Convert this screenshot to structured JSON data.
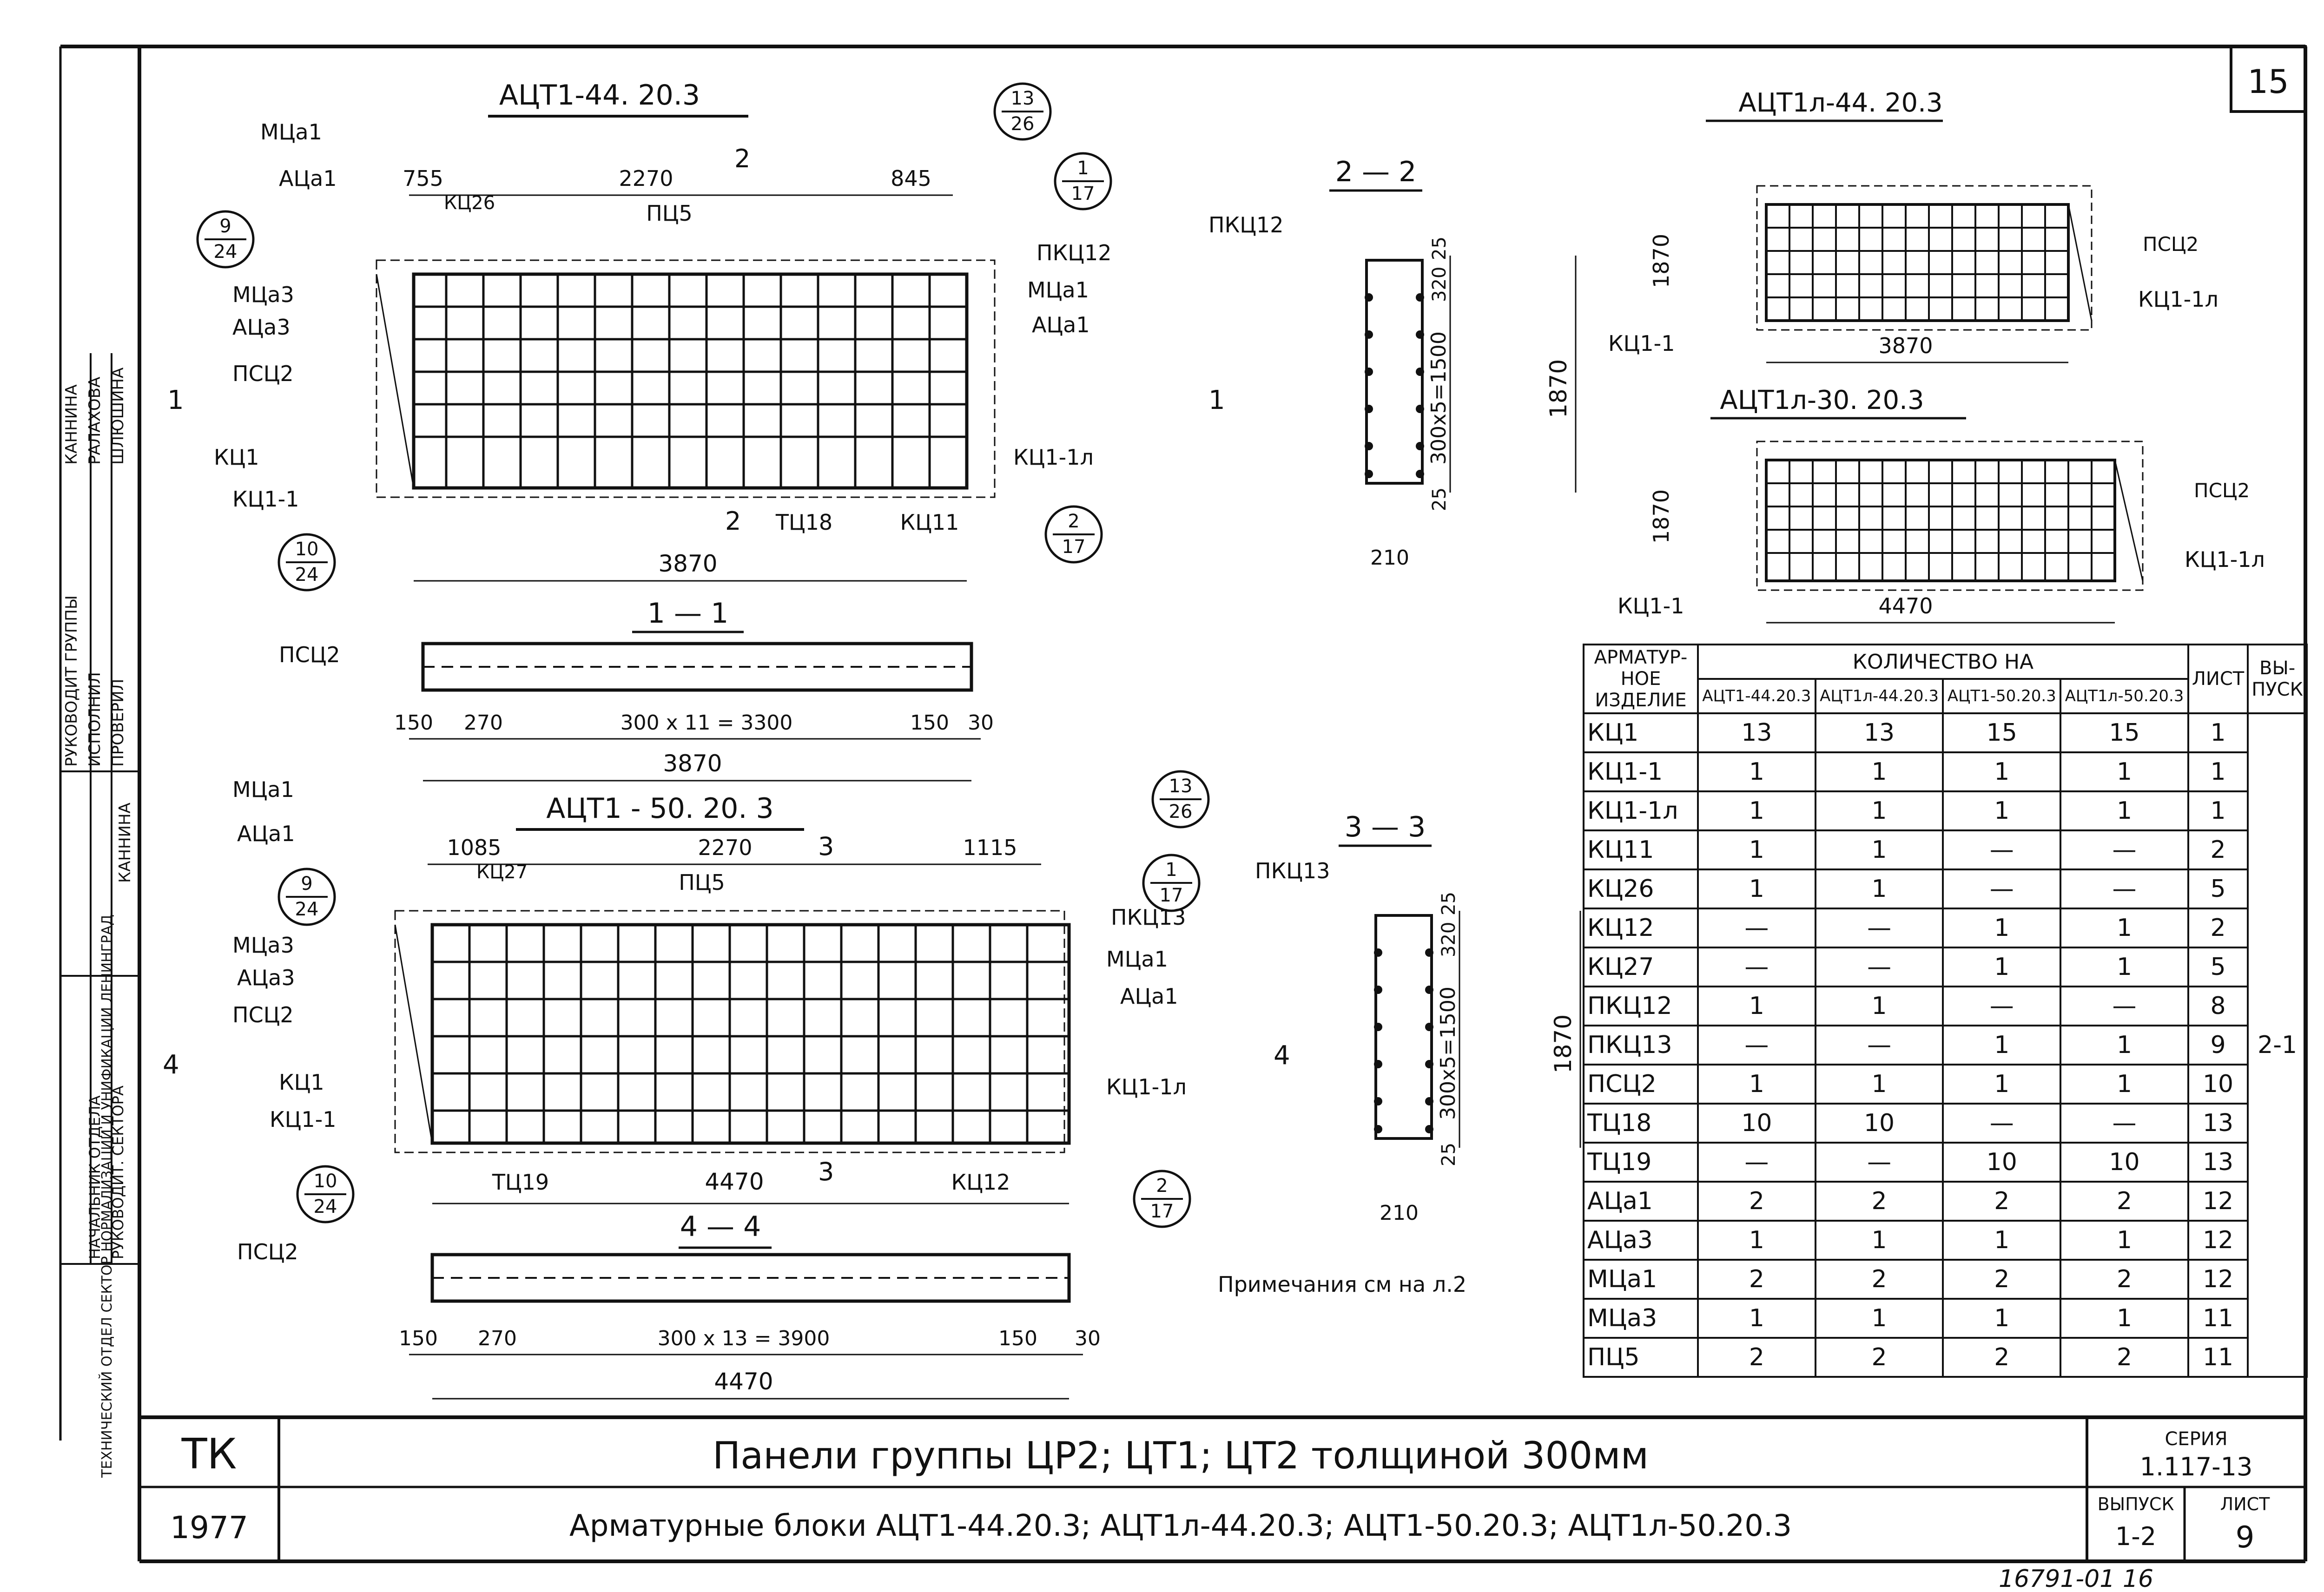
{
  "page_number": "15",
  "drawings": {
    "block1": {
      "title": "АЦТ1-44. 20.3",
      "dim_top_left": "755",
      "dim_top_mid": "2270",
      "dim_top_right": "845",
      "dim_bottom": "3870",
      "sub_top": "КЦ26",
      "sub_mid": "ПЦ5",
      "sub_bottom_a": "ТЦ18",
      "sub_bottom_b": "КЦ11",
      "section_mark_top": "2",
      "section_mark_bottom": "2",
      "section_mark_side": "1"
    },
    "block1_labels_left": [
      "МЦа1",
      "АЦа1",
      "МЦа3",
      "АЦа3",
      "ПСЦ2",
      "КЦ1",
      "КЦ1-1"
    ],
    "block1_labels_right": [
      "ПКЦ12",
      "МЦа1",
      "АЦа1",
      "КЦ1-1л"
    ],
    "block1_callouts": [
      {
        "top": "9",
        "bottom": "24"
      },
      {
        "top": "13",
        "bottom": "26"
      },
      {
        "top": "1",
        "bottom": "17"
      },
      {
        "top": "10",
        "bottom": "24"
      },
      {
        "top": "2",
        "bottom": "17"
      }
    ],
    "section11": {
      "title": "1 — 1",
      "label": "ПСЦ2",
      "d1": "150",
      "d2": "270",
      "d3": "300 х 11 = 3300",
      "d4": "150",
      "d5": "30",
      "total": "3870"
    },
    "block2": {
      "title": "АЦТ1 - 50. 20. 3",
      "dim_top_left": "1085",
      "dim_top_mid": "2270",
      "dim_top_right": "1115",
      "dim_bottom": "4470",
      "sub_top": "КЦ27",
      "sub_mid": "ПЦ5",
      "sub_bottom_a": "ТЦ19",
      "sub_bottom_b": "КЦ12",
      "section_mark_top": "3",
      "section_mark_bottom": "3",
      "section_mark_side": "4"
    },
    "block2_labels_left": [
      "МЦа1",
      "АЦа1",
      "МЦа3",
      "АЦа3",
      "ПСЦ2",
      "КЦ1",
      "КЦ1-1"
    ],
    "block2_labels_right": [
      "ПКЦ13",
      "МЦа1",
      "АЦа1",
      "КЦ1-1л"
    ],
    "block2_callouts": [
      {
        "top": "9",
        "bottom": "24"
      },
      {
        "top": "13",
        "bottom": "26"
      },
      {
        "top": "1",
        "bottom": "17"
      },
      {
        "top": "10",
        "bottom": "24"
      },
      {
        "top": "2",
        "bottom": "17"
      }
    ],
    "section44": {
      "title": "4 — 4",
      "label": "ПСЦ2",
      "d1": "150",
      "d2": "270",
      "d3": "300 х 13 = 3900",
      "d4": "150",
      "d5": "30",
      "total": "4470"
    },
    "section22": {
      "title": "2 — 2",
      "label": "ПКЦ12",
      "d_top": "25",
      "d_a": "320",
      "d_b": "300х5=1500",
      "d_c": "25",
      "d_total": "1870",
      "d_width": "210"
    },
    "section33": {
      "title": "3 — 3",
      "label": "ПКЦ13",
      "d_top": "25",
      "d_a": "320",
      "d_b": "300х5=1500",
      "d_c": "25",
      "d_total": "1870",
      "d_width": "210"
    },
    "block3": {
      "title": "АЦТ1л-44. 20.3",
      "height": "1870",
      "width": "3870",
      "label_right_top": "ПСЦ2",
      "label_right": "КЦ1-1л",
      "label_left": "КЦ1-1"
    },
    "block4": {
      "title": "АЦТ1л-30. 20.3",
      "height": "1870",
      "width": "4470",
      "label_right_top": "ПСЦ2",
      "label_right": "КЦ1-1л",
      "label_left": "КЦ1-1"
    }
  },
  "note": "Примечания см на л.2",
  "stamp": {
    "rows": [
      {
        "role": "РУКОВОДИТ ГРУППЫ",
        "name": "КАННИНА"
      },
      {
        "role": "ИСПОЛНИЛ",
        "name": "РАЛАХОВА"
      },
      {
        "role": "ПРОВЕРИЛ",
        "name": "ШЛЮШИНА"
      },
      {
        "role": "",
        "name": "КАННИНА"
      },
      {
        "role": "НАЧАЛЬНИК ОТДЕЛА",
        "name": ""
      },
      {
        "role": "РУКОВОДИТ. СЕКТОРА",
        "name": ""
      }
    ],
    "org": "ТЕХНИЧЕСКИЙ ОТДЕЛ СЕКТОР НОРМАЛИЗАЦИИ И УНИФИКАЦИИ ЛЕНИНГРАД"
  },
  "table": {
    "h_item": "АРМАТУР-НОЕ ИЗДЕЛИЕ",
    "h_qty": "КОЛИЧЕСТВО НА",
    "h_sheet": "ЛИСТ",
    "h_issue": "ВЫ-ПУСК",
    "columns": [
      "АЦТ1-44.20.3",
      "АЦТ1л-44.20.3",
      "АЦТ1-50.20.3",
      "АЦТ1л-50.20.3"
    ],
    "issue_value": "2-1",
    "rows": [
      {
        "item": "КЦ1",
        "q": [
          "13",
          "13",
          "15",
          "15"
        ],
        "sheet": "1"
      },
      {
        "item": "КЦ1-1",
        "q": [
          "1",
          "1",
          "1",
          "1"
        ],
        "sheet": "1"
      },
      {
        "item": "КЦ1-1л",
        "q": [
          "1",
          "1",
          "1",
          "1"
        ],
        "sheet": "1"
      },
      {
        "item": "КЦ11",
        "q": [
          "1",
          "1",
          "—",
          "—"
        ],
        "sheet": "2"
      },
      {
        "item": "КЦ26",
        "q": [
          "1",
          "1",
          "—",
          "—"
        ],
        "sheet": "5"
      },
      {
        "item": "КЦ12",
        "q": [
          "—",
          "—",
          "1",
          "1"
        ],
        "sheet": "2"
      },
      {
        "item": "КЦ27",
        "q": [
          "—",
          "—",
          "1",
          "1"
        ],
        "sheet": "5"
      },
      {
        "item": "ПКЦ12",
        "q": [
          "1",
          "1",
          "—",
          "—"
        ],
        "sheet": "8"
      },
      {
        "item": "ПКЦ13",
        "q": [
          "—",
          "—",
          "1",
          "1"
        ],
        "sheet": "9"
      },
      {
        "item": "ПСЦ2",
        "q": [
          "1",
          "1",
          "1",
          "1"
        ],
        "sheet": "10"
      },
      {
        "item": "ТЦ18",
        "q": [
          "10",
          "10",
          "—",
          "—"
        ],
        "sheet": "13"
      },
      {
        "item": "ТЦ19",
        "q": [
          "—",
          "—",
          "10",
          "10"
        ],
        "sheet": "13"
      },
      {
        "item": "АЦа1",
        "q": [
          "2",
          "2",
          "2",
          "2"
        ],
        "sheet": "12"
      },
      {
        "item": "АЦа3",
        "q": [
          "1",
          "1",
          "1",
          "1"
        ],
        "sheet": "12"
      },
      {
        "item": "МЦа1",
        "q": [
          "2",
          "2",
          "2",
          "2"
        ],
        "sheet": "12"
      },
      {
        "item": "МЦа3",
        "q": [
          "1",
          "1",
          "1",
          "1"
        ],
        "sheet": "11"
      },
      {
        "item": "ПЦ5",
        "q": [
          "2",
          "2",
          "2",
          "2"
        ],
        "sheet": "11"
      }
    ]
  },
  "title_block": {
    "org_code": "ТК",
    "year": "1977",
    "title1": "Панели группы ЦР2; ЦТ1; ЦТ2 толщиной 300мм",
    "title2": "Арматурные блоки АЦТ1-44.20.3; АЦТ1л-44.20.3; АЦТ1-50.20.3; АЦТ1л-50.20.3",
    "series_label": "СЕРИЯ",
    "series_value": "1.117-13",
    "issue_label": "ВЫПУСК",
    "issue_value": "1-2",
    "sheet_label": "ЛИСТ",
    "sheet_value": "9",
    "doc_number": "16791-01 16"
  }
}
